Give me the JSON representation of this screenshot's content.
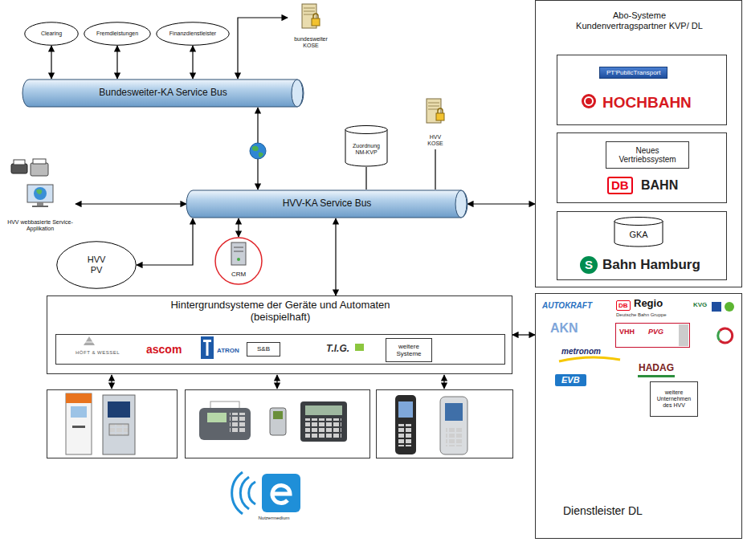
{
  "diagram": {
    "nodes": [
      {
        "text": [
          "Clearing"
        ]
      },
      {
        "text": [
          "Fremdleistungen"
        ]
      },
      {
        "text": [
          "Finanzdienstleister"
        ]
      },
      {
        "text": [
          "bundesweiter KOSE"
        ]
      },
      {
        "text": [
          "Bundesweiter-KA Service Bus"
        ]
      },
      {
        "text": [
          "Zuordnung NM-KVP"
        ]
      },
      {
        "text": [
          "HVV KOSE"
        ]
      },
      {
        "text": [
          "HVV-KA Service Bus"
        ]
      },
      {
        "text": [
          "HVV webbasierte Service-Applikation"
        ]
      },
      {
        "text": [
          "HVV PV"
        ]
      },
      {
        "text": [
          "CRM"
        ]
      },
      {
        "text": [
          "Hintergrundsysteme der Geräte und Automaten (beispielhaft)"
        ]
      },
      {
        "text": [
          "HÖFT & WESSEL",
          "ascom",
          "ATRON",
          "T.I.G."
        ],
        "in": 11
      },
      {
        "text": [
          "S&B"
        ],
        "in": 12
      },
      {
        "text": [
          "weitere Systeme"
        ],
        "in": 12
      },
      {
        "text": [
          "Abo-Systeme Kundenvertragspartner KVP/ DL"
        ]
      },
      {
        "text": [
          "PT'PublicTransport",
          "HOCHBAHN"
        ],
        "in": 15
      },
      {
        "text": [
          "DB",
          "BAHN"
        ],
        "in": 15
      },
      {
        "text": [
          "Neues Vertriebssystem"
        ],
        "in": 17
      },
      {
        "text": [
          "S",
          "Bahn Hamburg"
        ],
        "in": 15
      },
      {
        "text": [
          "GKA"
        ],
        "in": 19
      },
      {
        "text": [
          "AUTOKRAFT",
          "DB",
          "Regio",
          "Deutsche Bahn Gruppe",
          "KVG",
          "AKN",
          "VHH",
          "PVG",
          "metronom",
          "HADAG",
          "EVB",
          "Dienstleister DL"
        ]
      },
      {
        "text": [
          "weitere Unternehmen des HVV"
        ],
        "in": 21
      }
    ],
    "edges": [
      {
        "from": 0,
        "to": 4,
        "arrow": "both"
      },
      {
        "from": 1,
        "to": 4,
        "arrow": "both"
      },
      {
        "from": 2,
        "to": 4,
        "arrow": "both"
      },
      {
        "from": 3,
        "to": 4,
        "arrow": "both"
      },
      {
        "from": 4,
        "to": 7,
        "arrow": "both"
      },
      {
        "from": 5,
        "to": 7,
        "arrow": "none"
      },
      {
        "from": 6,
        "to": 7,
        "arrow": "none"
      },
      {
        "from": 8,
        "to": 7,
        "arrow": "both"
      },
      {
        "from": 9,
        "to": 7,
        "arrow": "both"
      },
      {
        "from": 10,
        "to": 7,
        "arrow": "both"
      },
      {
        "from": 7,
        "to": 11,
        "arrow": "both"
      },
      {
        "from": 7,
        "to": 15,
        "arrow": "both"
      },
      {
        "from": 11,
        "to": 21,
        "arrow": "both"
      }
    ],
    "labels": [
      "Nutzermedium"
    ]
  }
}
